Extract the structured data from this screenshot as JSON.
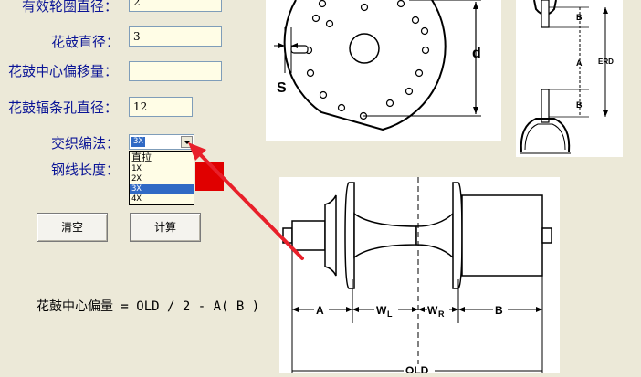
{
  "form": {
    "erd_label": "有效轮圈直径：",
    "erd_value": "2",
    "hub_diameter_label": "花鼓直径：",
    "hub_diameter_value": "3",
    "hub_offset_label": "花鼓中心偏移量：",
    "hub_offset_value": "",
    "hub_hole_label": "花鼓辐条孔直径：",
    "hub_hole_value": "12",
    "lacing_label": "交织编法：",
    "lacing_value": "3X",
    "lacing_options": [
      "直拉",
      "1X",
      "2X",
      "3X",
      "4X"
    ],
    "spoke_length_label": "钢线长度："
  },
  "buttons": {
    "clear_label": "清空",
    "calculate_label": "计算"
  },
  "formula": "花鼓中心偏量 = OLD / 2 - A( B )",
  "diagram": {
    "flange_d": "d",
    "flange_s": "S",
    "rim_b_top": "B",
    "rim_a": "A",
    "rim_b_bottom": "B",
    "rim_erd": "ERD",
    "hub_a": "A",
    "hub_wl": "W",
    "hub_wl_sub": "L",
    "hub_wr": "W",
    "hub_wr_sub": "R",
    "hub_b": "B",
    "hub_old": "OLD"
  },
  "colors": {
    "label": "#0a1496",
    "field_bg": "#fffde6",
    "highlight": "#316ac5",
    "arrow": "#e8202a"
  }
}
